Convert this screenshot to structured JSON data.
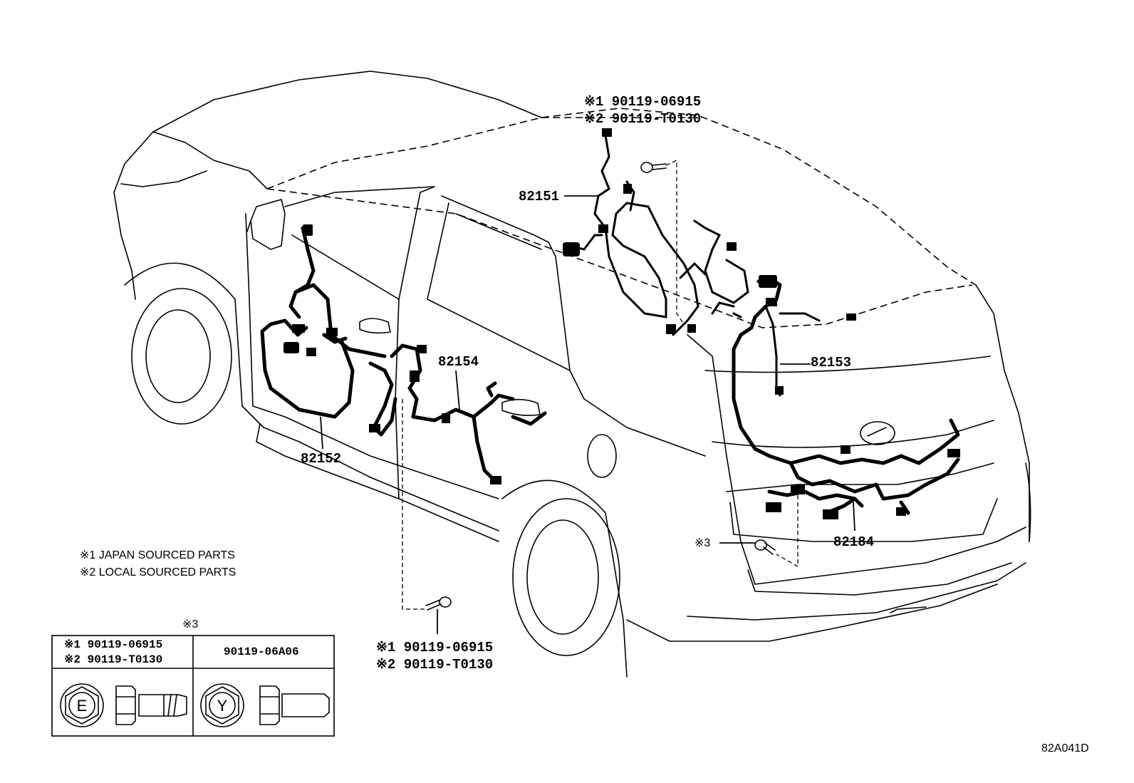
{
  "labels": {
    "p82151": "82151",
    "p82152": "82152",
    "p82153": "82153",
    "p82154": "82154",
    "p82184": "82184"
  },
  "callout_top": {
    "line1": "※1 90119-06915",
    "line2": "※2 90119-T0130"
  },
  "callout_bottom": {
    "line1": "※1 90119-06915",
    "line2": "※2 90119-T0130"
  },
  "mark3": "※3",
  "notes": {
    "n1": "※1 JAPAN SOURCED PARTS",
    "n2": "※2 LOCAL SOURCED PARTS"
  },
  "table": {
    "title": "※3",
    "left_line1": "※1 90119-06915",
    "left_line2": "※2 90119-T0130",
    "right_header": "90119-06A06",
    "left_mark": "E",
    "right_mark": "Y"
  },
  "diagram_code": "82A041D"
}
